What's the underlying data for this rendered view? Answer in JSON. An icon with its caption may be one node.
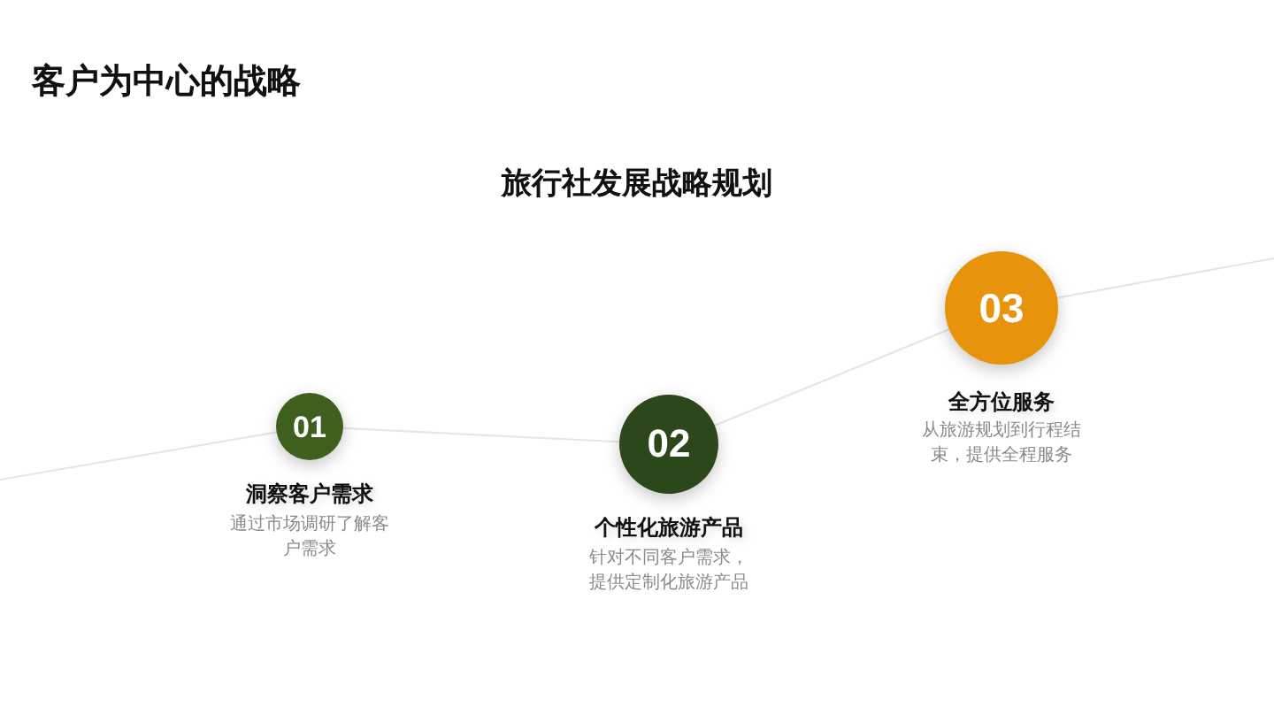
{
  "diagram": {
    "title": "客户为中心的战略",
    "nodes": [
      {
        "text": [
          "01"
        ],
        "beside": [
          "洞察客户需求",
          "通过市场调研了解客户需求"
        ]
      },
      {
        "text": [
          "02"
        ],
        "beside": [
          "个性化旅游产品",
          "针对不同客户需求，提供定制化旅游产品"
        ]
      },
      {
        "text": [
          "03"
        ],
        "beside": [
          "全方位服务",
          "从旅游规划到行程结束，提供全程服务"
        ]
      }
    ],
    "edges": [
      {
        "from": null,
        "to": 0,
        "arrow": "none"
      },
      {
        "from": 0,
        "to": 1,
        "arrow": "none"
      },
      {
        "from": 1,
        "to": 2,
        "arrow": "none"
      },
      {
        "from": 2,
        "to": null,
        "arrow": "none"
      }
    ],
    "labels": [
      "旅行社发展战略规划"
    ]
  }
}
